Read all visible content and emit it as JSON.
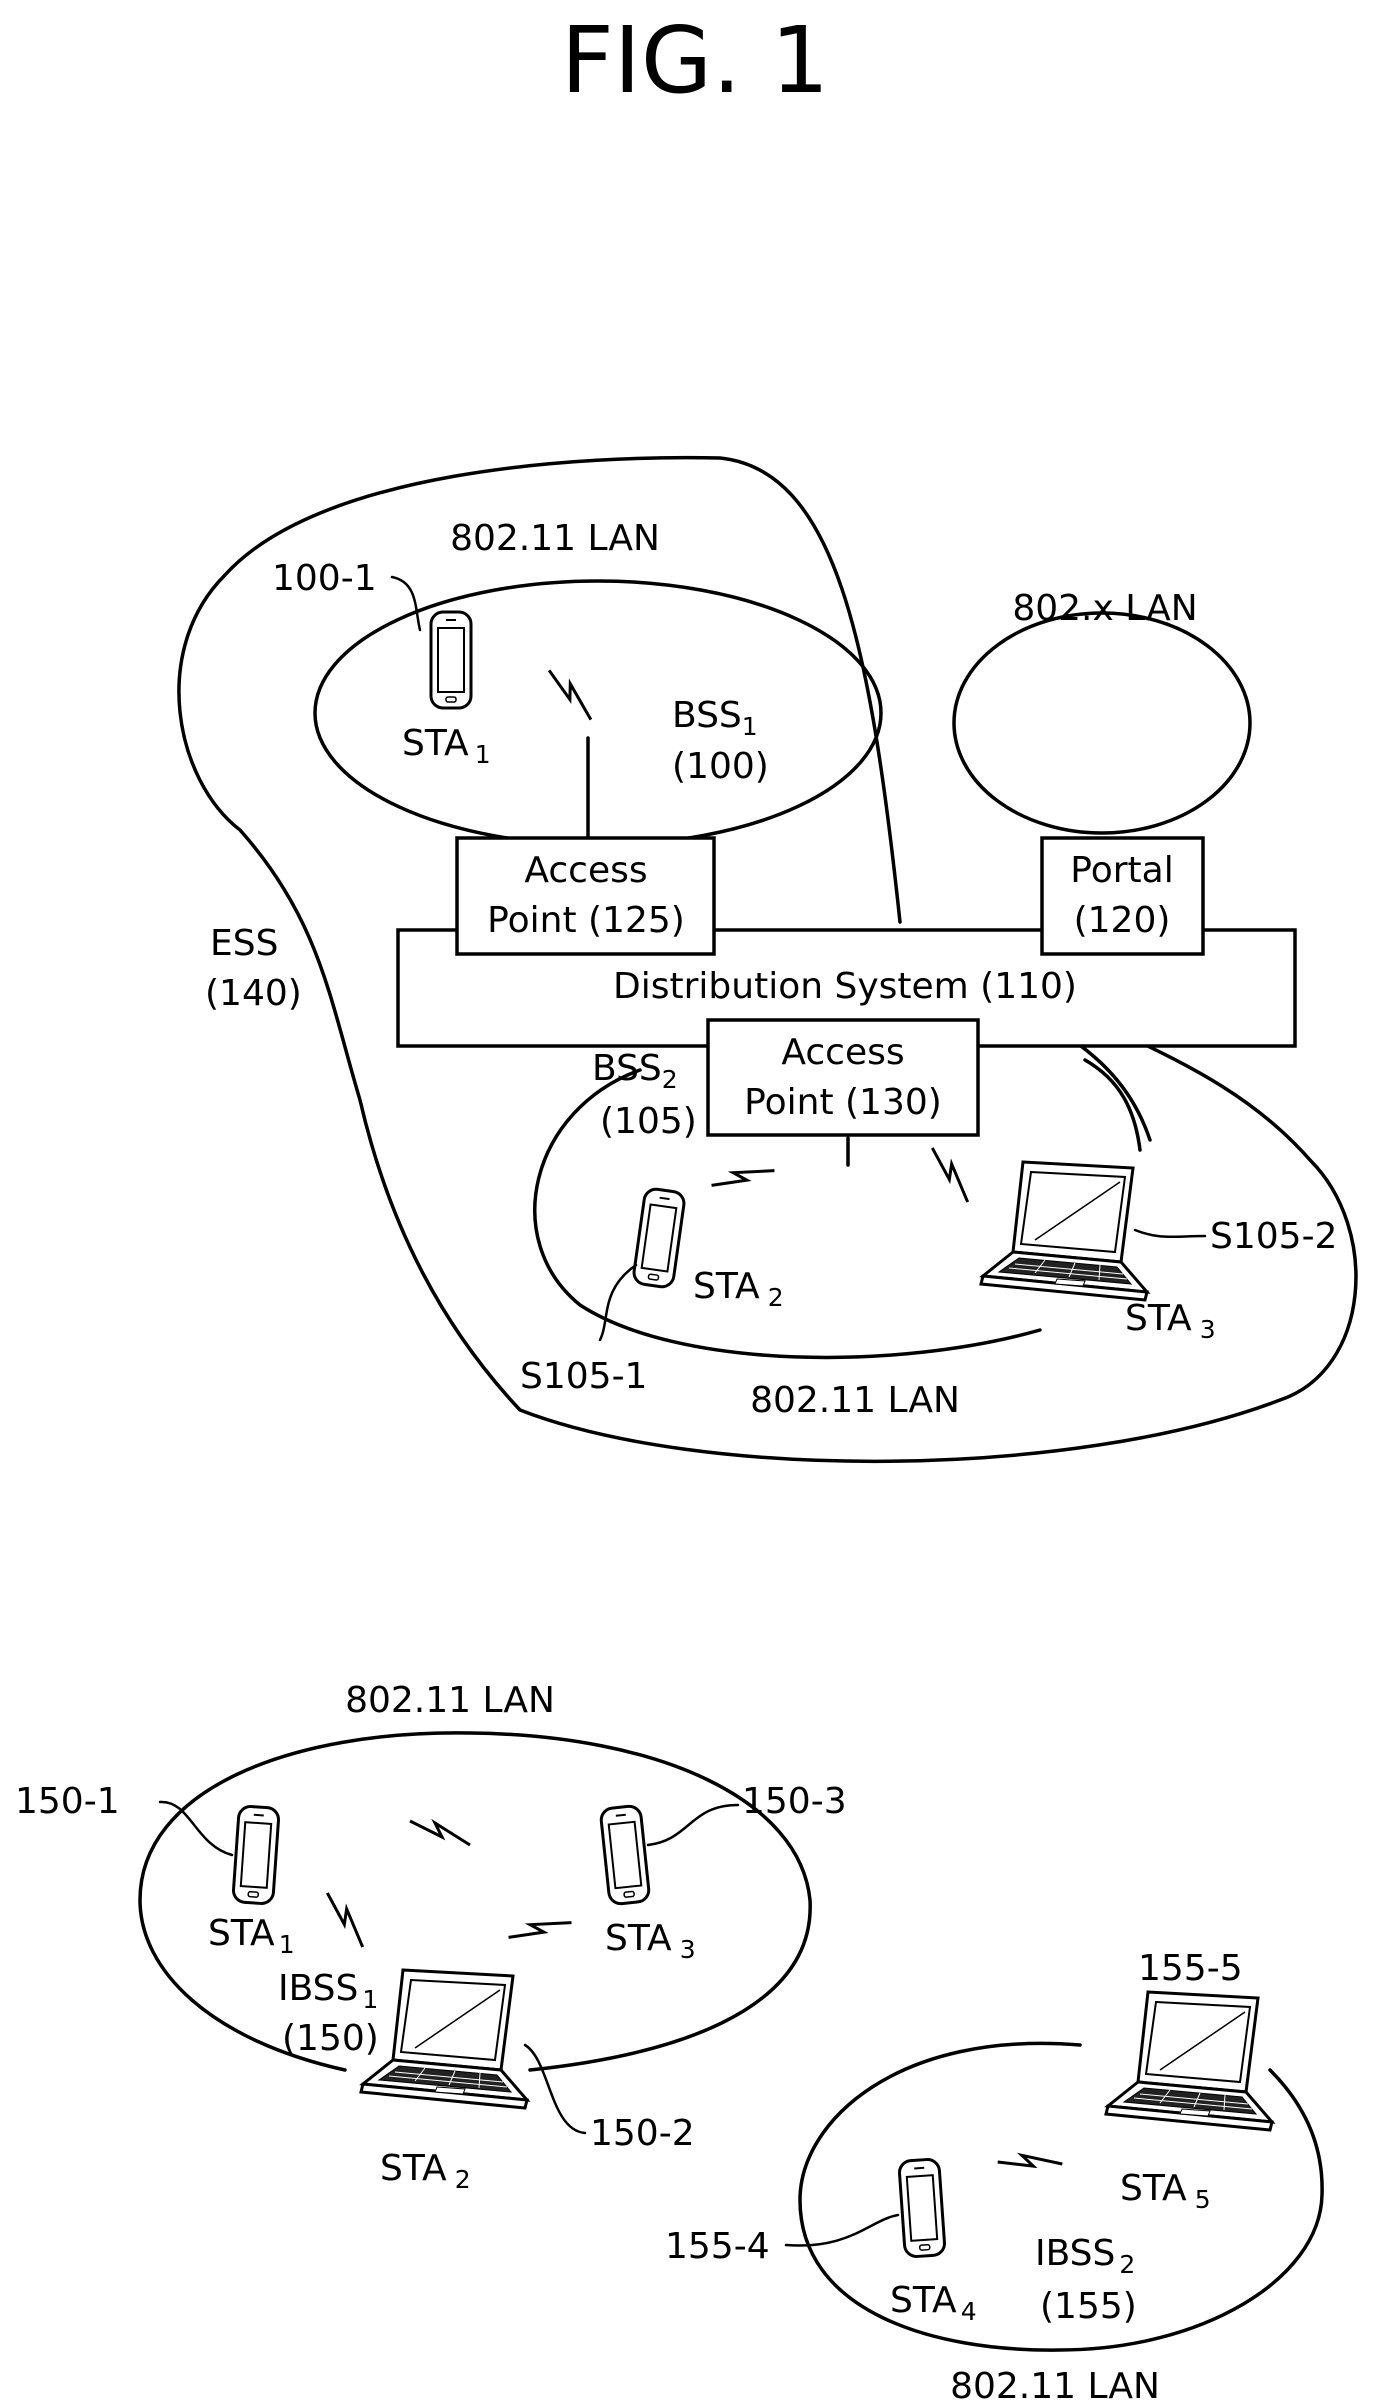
{
  "title": "FIG. 1",
  "top": {
    "lan_802_11_upper": "802.11 LAN",
    "lan_802_x": "802.x LAN",
    "ref_100_1": "100-1",
    "sta1": {
      "base": "STA",
      "sub": "1"
    },
    "bss1": {
      "base": "BSS",
      "sub": "1",
      "ref": "(100)"
    },
    "ess": {
      "label": "ESS",
      "ref": "(140)"
    },
    "ap125": {
      "line1": "Access",
      "line2": "Point (125)"
    },
    "portal": {
      "line1": "Portal",
      "line2": "(120)"
    },
    "ds": "Distribution System (110)",
    "ap130": {
      "line1": "Access",
      "line2": "Point (130)"
    },
    "bss2": {
      "base": "BSS",
      "sub": "2",
      "ref": "(105)"
    },
    "sta2": {
      "base": "STA",
      "sub": "2"
    },
    "sta3": {
      "base": "STA",
      "sub": "3"
    },
    "ref_s105_1": "S105-1",
    "ref_s105_2": "S105-2",
    "lan_802_11_lower": "802.11 LAN"
  },
  "bottom_left": {
    "lan": "802.11 LAN",
    "ref_150_1": "150-1",
    "ref_150_3": "150-3",
    "ref_150_2": "150-2",
    "sta1": {
      "base": "STA",
      "sub": "1"
    },
    "sta3": {
      "base": "STA",
      "sub": "3"
    },
    "sta2": {
      "base": "STA",
      "sub": "2"
    },
    "ibss1": {
      "base": "IBSS",
      "sub": "1",
      "ref": "(150)"
    }
  },
  "bottom_right": {
    "ref_155_5": "155-5",
    "ref_155_4": "155-4",
    "sta5": {
      "base": "STA",
      "sub": "5"
    },
    "sta4": {
      "base": "STA",
      "sub": "4"
    },
    "ibss2": {
      "base": "IBSS",
      "sub": "2",
      "ref": "(155)"
    },
    "lan": "802.11 LAN"
  }
}
